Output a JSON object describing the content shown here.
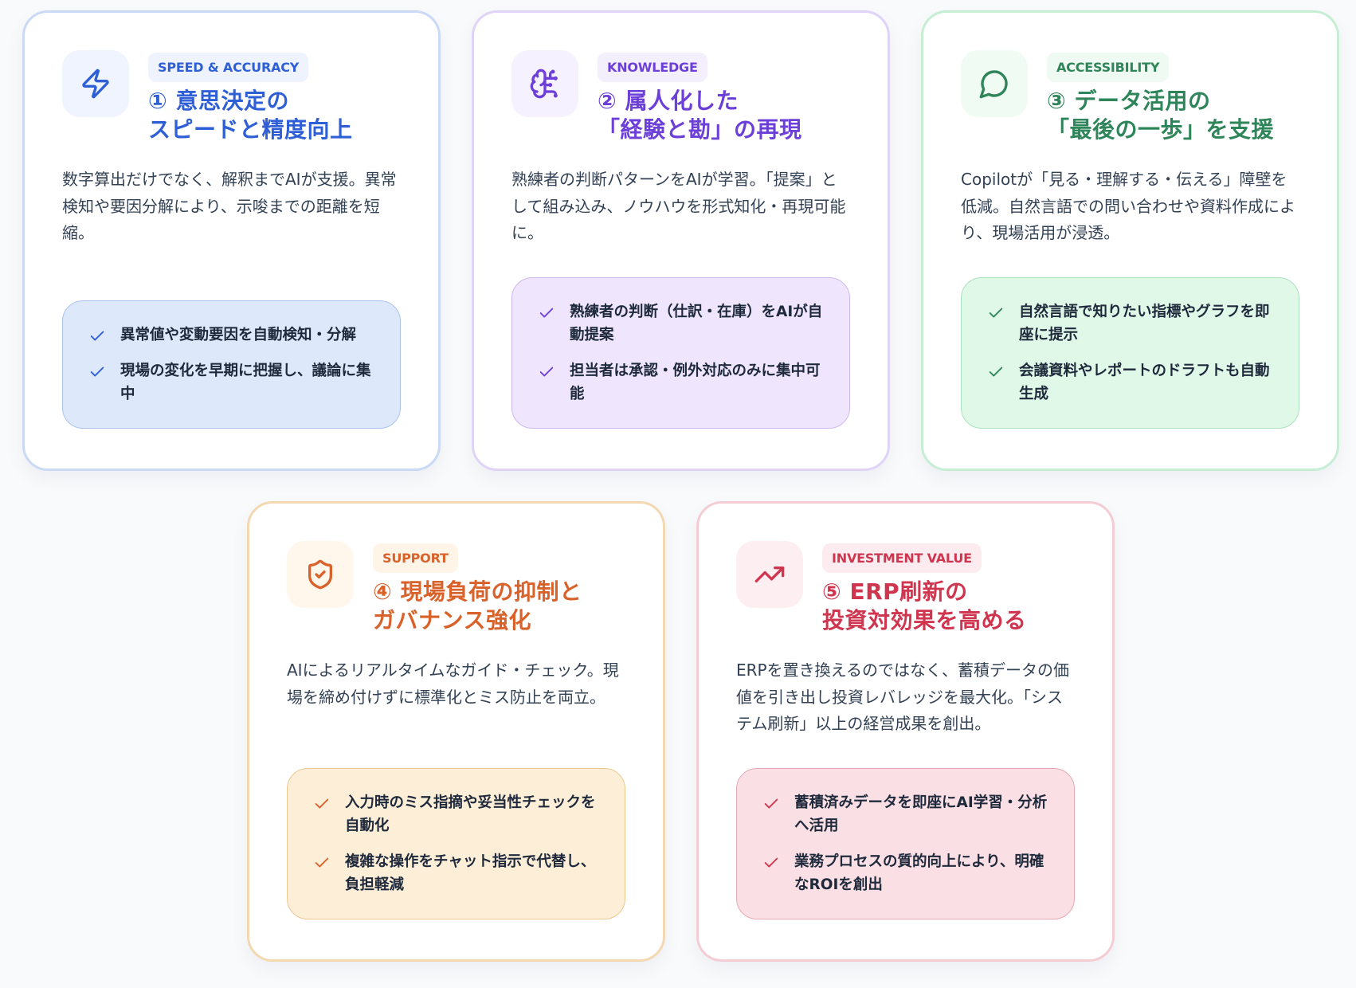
{
  "cards": [
    {
      "id": "speed-accuracy",
      "icon": "lightning-bolt-icon",
      "tag": "SPEED & ACCURACY",
      "title": "① 意思決定の\nスピードと精度向上",
      "description": "数字算出だけでなく、解釈までAIが支援。異常検知や要因分解により、示唆までの距離を短縮。",
      "bullets": [
        "異常値や変動要因を自動検知・分解",
        "現場の変化を早期に把握し、議論に集中"
      ],
      "colors": {
        "accent": "#2f5fd6",
        "border": "#c9d9f6",
        "icon_bg": "#eff4fe",
        "tag_bg": "#eef3fd",
        "panel_bg": "#dde8fb",
        "panel_border": "#a9c3ee"
      }
    },
    {
      "id": "knowledge",
      "icon": "brain-circuit-icon",
      "tag": "KNOWLEDGE",
      "title": "② 属人化した\n「経験と勘」の再現",
      "description": "熟練者の判断パターンをAIが学習。「提案」として組み込み、ノウハウを形式知化・再現可能に。",
      "bullets": [
        "熟練者の判断（仕訳・在庫）をAIが自動提案",
        "担当者は承認・例外対応のみに集中可能"
      ],
      "colors": {
        "accent": "#6d3fd9",
        "border": "#e0d3f8",
        "icon_bg": "#f5f1fe",
        "tag_bg": "#f4effd",
        "panel_bg": "#efe6fd",
        "panel_border": "#cdb8f1"
      }
    },
    {
      "id": "accessibility",
      "icon": "chat-bubble-icon",
      "tag": "ACCESSIBILITY",
      "title": "③ データ活用の\n「最後の一歩」を支援",
      "description": "Copilotが「見る・理解する・伝える」障壁を低減。自然言語での問い合わせや資料作成により、現場活用が浸透。",
      "bullets": [
        "自然言語で知りたい指標やグラフを即座に提示",
        "会議資料やレポートのドラフトも自動生成"
      ],
      "colors": {
        "accent": "#2f855a",
        "border": "#c6eed5",
        "icon_bg": "#effbf3",
        "tag_bg": "#eefaf2",
        "panel_bg": "#e0f8e7",
        "panel_border": "#a9e2bc"
      }
    },
    {
      "id": "support",
      "icon": "shield-check-icon",
      "tag": "SUPPORT",
      "title": "④ 現場負荷の抑制と\nガバナンス強化",
      "description": "AIによるリアルタイムなガイド・チェック。現場を締め付けずに標準化とミス防止を両立。",
      "bullets": [
        "入力時のミス指摘や妥当性チェックを自動化",
        "複雑な操作をチャット指示で代替し、負担軽減"
      ],
      "colors": {
        "accent": "#d9622b",
        "border": "#f3d8b2",
        "icon_bg": "#fff6ec",
        "tag_bg": "#fff4e8",
        "panel_bg": "#fdeed8",
        "panel_border": "#ecc890"
      }
    },
    {
      "id": "investment-value",
      "icon": "trending-up-icon",
      "tag": "INVESTMENT VALUE",
      "title": "⑤ ERP刷新の\n投資対効果を高める",
      "description": "ERPを置き換えるのではなく、蓄積データの価値を引き出し投資レバレッジを最大化。「システム刷新」以上の経営成果を創出。",
      "bullets": [
        "蓄積済みデータを即座にAI学習・分析へ活用",
        "業務プロセスの質的向上により、明確なROIを創出"
      ],
      "colors": {
        "accent": "#d0354f",
        "border": "#f4cdd4",
        "icon_bg": "#fdeff1",
        "tag_bg": "#fdecef",
        "panel_bg": "#fae0e4",
        "panel_border": "#e6a9b3"
      }
    }
  ]
}
